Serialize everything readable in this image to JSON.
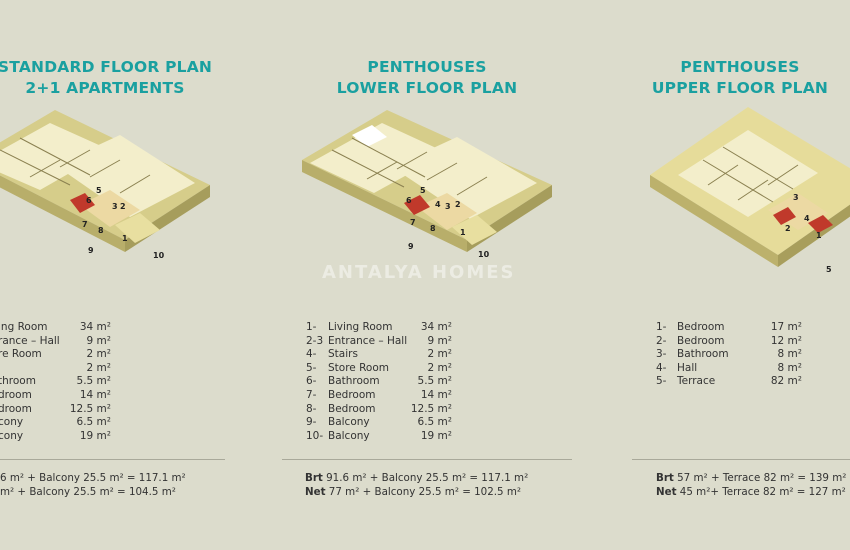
{
  "panels": [
    {
      "title_line1": "STANDARD FLOOR PLAN",
      "title_line2": "2+1 APARTMENTS",
      "rooms": [
        {
          "num": "",
          "name": "ing Room",
          "area": "34 m²"
        },
        {
          "num": "",
          "name": "rance – Hall",
          "area": "9 m²"
        },
        {
          "num": "",
          "name": "re Room",
          "area": "2 m²"
        },
        {
          "num": "",
          "name": "",
          "area": "2 m²"
        },
        {
          "num": "",
          "name": "throom",
          "area": "5.5 m²"
        },
        {
          "num": "",
          "name": "droom",
          "area": "14 m²"
        },
        {
          "num": "",
          "name": "droom",
          "area": "12.5 m²"
        },
        {
          "num": "",
          "name": "cony",
          "area": "6.5 m²"
        },
        {
          "num": "",
          "name": "cony",
          "area": "19 m²"
        }
      ],
      "totals_line1_label": "",
      "totals_line1": "6 m² + Balcony 25.5 m² = 117.1 m²",
      "totals_line2_label": "",
      "totals_line2": "m²   + Balcony 25.5 m² = 104.5 m²",
      "plan_labels": [
        "5",
        "6",
        "3",
        "2",
        "8",
        "7",
        "9",
        "1",
        "10"
      ]
    },
    {
      "title_line1": "PENTHOUSES",
      "title_line2": "LOWER FLOOR PLAN",
      "rooms": [
        {
          "num": "1-",
          "name": "Living Room",
          "area": "34 m²"
        },
        {
          "num": "2-3",
          "name": "Entrance – Hall",
          "area": "9 m²"
        },
        {
          "num": "4-",
          "name": "Stairs",
          "area": "2 m²"
        },
        {
          "num": "5-",
          "name": "Store Room",
          "area": "2 m²"
        },
        {
          "num": "6-",
          "name": "Bathroom",
          "area": "5.5 m²"
        },
        {
          "num": "7-",
          "name": "Bedroom",
          "area": "14 m²"
        },
        {
          "num": "8-",
          "name": "Bedroom",
          "area": "12.5 m²"
        },
        {
          "num": "9-",
          "name": "Balcony",
          "area": "6.5 m²"
        },
        {
          "num": "10-",
          "name": "Balcony",
          "area": "19 m²"
        }
      ],
      "totals_line1_label": "Brt",
      "totals_line1": " 91.6 m² + Balcony 25.5 m² = 117.1 m²",
      "totals_line2_label": "Net",
      "totals_line2": " 77 m²   + Balcony 25.5 m² = 102.5 m²",
      "plan_labels": [
        "5",
        "6",
        "4",
        "3",
        "2",
        "7",
        "8",
        "9",
        "1",
        "10"
      ]
    },
    {
      "title_line1": "PENTHOUSES",
      "title_line2": "UPPER FLOOR PLAN",
      "rooms": [
        {
          "num": "1-",
          "name": "Bedroom",
          "area": "17 m²"
        },
        {
          "num": "2-",
          "name": "Bedroom",
          "area": "12 m²"
        },
        {
          "num": "3-",
          "name": "Bathroom",
          "area": "8 m²"
        },
        {
          "num": "4-",
          "name": "Hall",
          "area": "8 m²"
        },
        {
          "num": "5-",
          "name": "Terrace",
          "area": "82 m²"
        }
      ],
      "totals_line1_label": "Brt",
      "totals_line1": " 57 m² + Terrace 82 m² = 139 m²",
      "totals_line2_label": "Net",
      "totals_line2": " 45 m²+ Terrace 82 m² = 127 m²",
      "plan_labels": [
        "3",
        "4",
        "2",
        "1",
        "5"
      ]
    }
  ],
  "watermark": "ANTALYA HOMES",
  "colors": {
    "title": "#1aa0a0",
    "background": "#dcdccc",
    "floor": "#e8dfa0",
    "wall": "#f6f1cf",
    "accent_room": "#c0392b"
  }
}
